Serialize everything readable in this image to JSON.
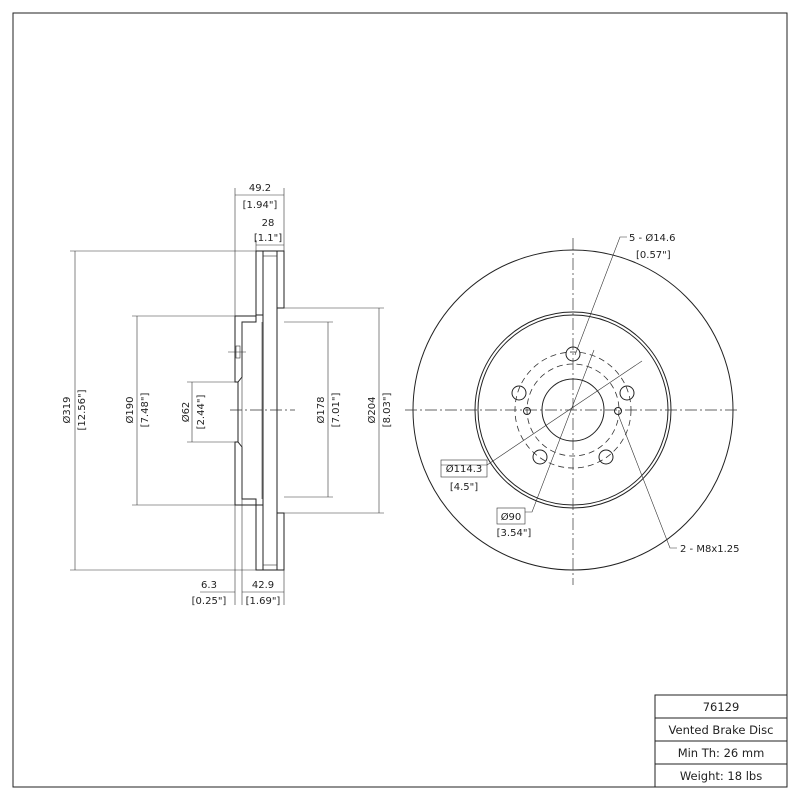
{
  "part_number": "76129",
  "description": "Vented Brake Disc",
  "min_thickness": "Min Th: 26 mm",
  "weight": "Weight: 18 lbs",
  "side_view": {
    "overall_width": {
      "mm": "49.2",
      "in": "[1.94\"]"
    },
    "rotor_thickness": {
      "mm": "28",
      "in": "[1.1\"]"
    },
    "outer_diameter": {
      "mm": "Ø319",
      "in": "[12.56\"]"
    },
    "hat_diameter": {
      "mm": "Ø190",
      "in": "[7.48\"]"
    },
    "center_bore": {
      "mm": "Ø62",
      "in": "[2.44\"]"
    },
    "inner_diameter": {
      "mm": "Ø178",
      "in": "[7.01\"]"
    },
    "friction_inner_diameter": {
      "mm": "Ø204",
      "in": "[8.03\"]"
    },
    "hat_thickness": {
      "mm": "6.3",
      "in": "[0.25\"]"
    },
    "hat_height": {
      "mm": "42.9",
      "in": "[1.69\"]"
    }
  },
  "front_view": {
    "bolt_holes": {
      "mm": "5 - Ø14.6",
      "in": "[0.57\"]"
    },
    "bolt_circle": {
      "mm": "Ø114.3",
      "in": "[4.5\"]"
    },
    "pilot_circle": {
      "mm": "Ø90",
      "in": "[3.54\"]"
    },
    "threaded_holes": "2 - M8x1.25"
  }
}
